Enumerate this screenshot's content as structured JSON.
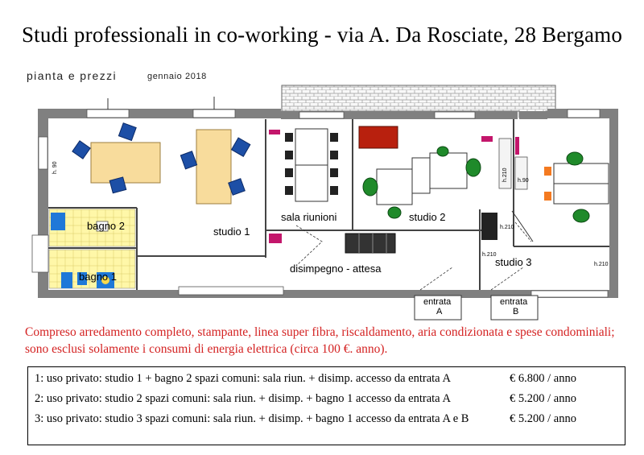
{
  "header": {
    "title": "Studi professionali  in  co-working  -  via  A. Da Rosciate, 28  Bergamo",
    "subtitle": "pianta e prezzi",
    "date": "gennaio 2018"
  },
  "rooms": {
    "studio1": "studio 1",
    "studio2": "studio 2",
    "studio3": "studio 3",
    "bagno1": "bagno 1",
    "bagno2": "bagno 2",
    "sala_riunioni": "sala riunioni",
    "disimpegno": "disimpegno  -  attesa",
    "entrata_a_1": "entrata",
    "entrata_a_2": "A",
    "entrata_b_1": "entrata",
    "entrata_b_2": "B",
    "h90_a": "h. 90",
    "h90_b": "h.90",
    "h210_a": "h.210",
    "h210_b": "h.210",
    "h210_c": "h.210",
    "h210_d": "h.210"
  },
  "notes": {
    "line1": "Compreso arredamento completo, stampante, linea super fibra, riscaldamento, aria condizionata e spese condominiali;",
    "line2": "sono esclusi solamente i consumi di energia elettrica (circa 100 €. anno)."
  },
  "offers": [
    {
      "text": "1:  uso privato:  studio 1 + bagno 2    spazi comuni: sala riun. + disimp. accesso da  entrata A",
      "price": "€  6.800 / anno"
    },
    {
      "text": "2:  uso privato: studio 2  spazi comuni: sala riun. + disimp. + bagno 1    accesso da  entrata A",
      "price": "€  5.200 / anno"
    },
    {
      "text": "3:  uso privato: studio 3  spazi comuni: sala riun. + disimp. + bagno 1    accesso da entrata A e B",
      "price": "€  5.200 / anno"
    }
  ],
  "colors": {
    "wall": "#808080",
    "desk": "#f8dc9c",
    "chair_blue": "#1d4fa6",
    "chair_green": "#1f8a2a",
    "chair_orange": "#f47a20",
    "magenta": "#c3166b",
    "red_sofa": "#b8200e",
    "bath_yellow": "#fff7a8",
    "bath_blue": "#1f78d8",
    "note_red": "#d42222"
  }
}
